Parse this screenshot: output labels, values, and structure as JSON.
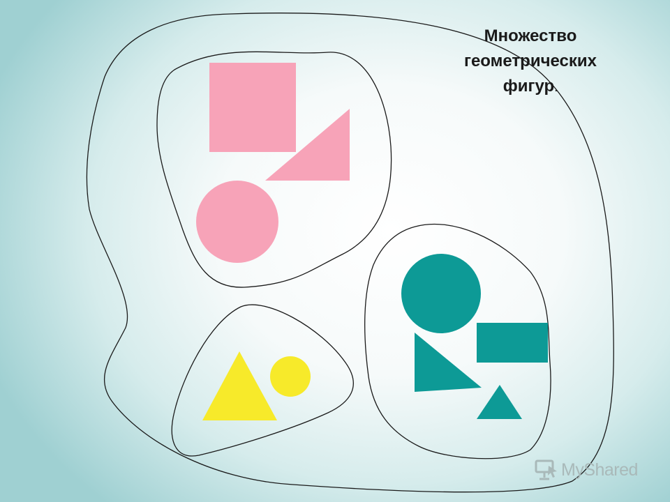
{
  "title": {
    "line1": "Множество",
    "line2": "геометрических",
    "line3": "фигур",
    "trailing": "."
  },
  "watermark": {
    "logo_icon": "mouse-presentation-icon",
    "text": "MyShared"
  },
  "colors": {
    "pink": "#f7a3b8",
    "yellow": "#f7ea2a",
    "teal": "#0d9a96",
    "outline": "#1a1a1a",
    "watermark": "#a9b9b9"
  },
  "sets": [
    {
      "name": "pink-subset",
      "shapes": [
        "square",
        "right-triangle",
        "circle"
      ]
    },
    {
      "name": "yellow-subset",
      "shapes": [
        "triangle",
        "circle"
      ]
    },
    {
      "name": "teal-subset",
      "shapes": [
        "circle",
        "rectangle",
        "right-triangle",
        "triangle"
      ]
    }
  ]
}
